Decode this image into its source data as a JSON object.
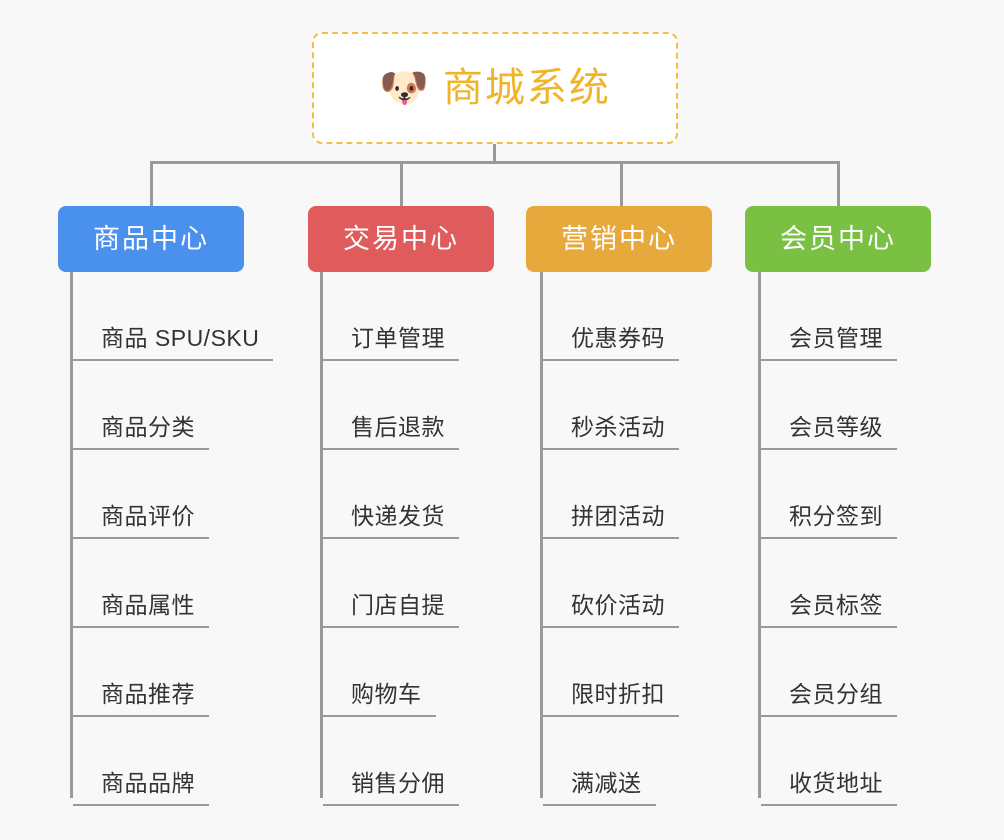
{
  "background_color": "#f8f8f8",
  "root": {
    "icon": "dog-face-emoji",
    "icon_glyph": "🐶",
    "title": "商城系统",
    "text_color": "#f0b429",
    "border_color": "#f3bd48",
    "fill_color": "#ffffff"
  },
  "connector_color": "#9a9a9a",
  "columns": [
    {
      "label": "商品中心",
      "color": "#4a90ed",
      "items": [
        "商品 SPU/SKU",
        "商品分类",
        "商品评价",
        "商品属性",
        "商品推荐",
        "商品品牌"
      ]
    },
    {
      "label": "交易中心",
      "color": "#e05c5c",
      "items": [
        "订单管理",
        "售后退款",
        "快递发货",
        "门店自提",
        "购物车",
        "销售分佣"
      ]
    },
    {
      "label": "营销中心",
      "color": "#e8a93c",
      "items": [
        "优惠券码",
        "秒杀活动",
        "拼团活动",
        "砍价活动",
        "限时折扣",
        "满减送"
      ]
    },
    {
      "label": "会员中心",
      "color": "#7ac143",
      "items": [
        "会员管理",
        "会员等级",
        "积分签到",
        "会员标签",
        "会员分组",
        "收货地址"
      ]
    }
  ]
}
